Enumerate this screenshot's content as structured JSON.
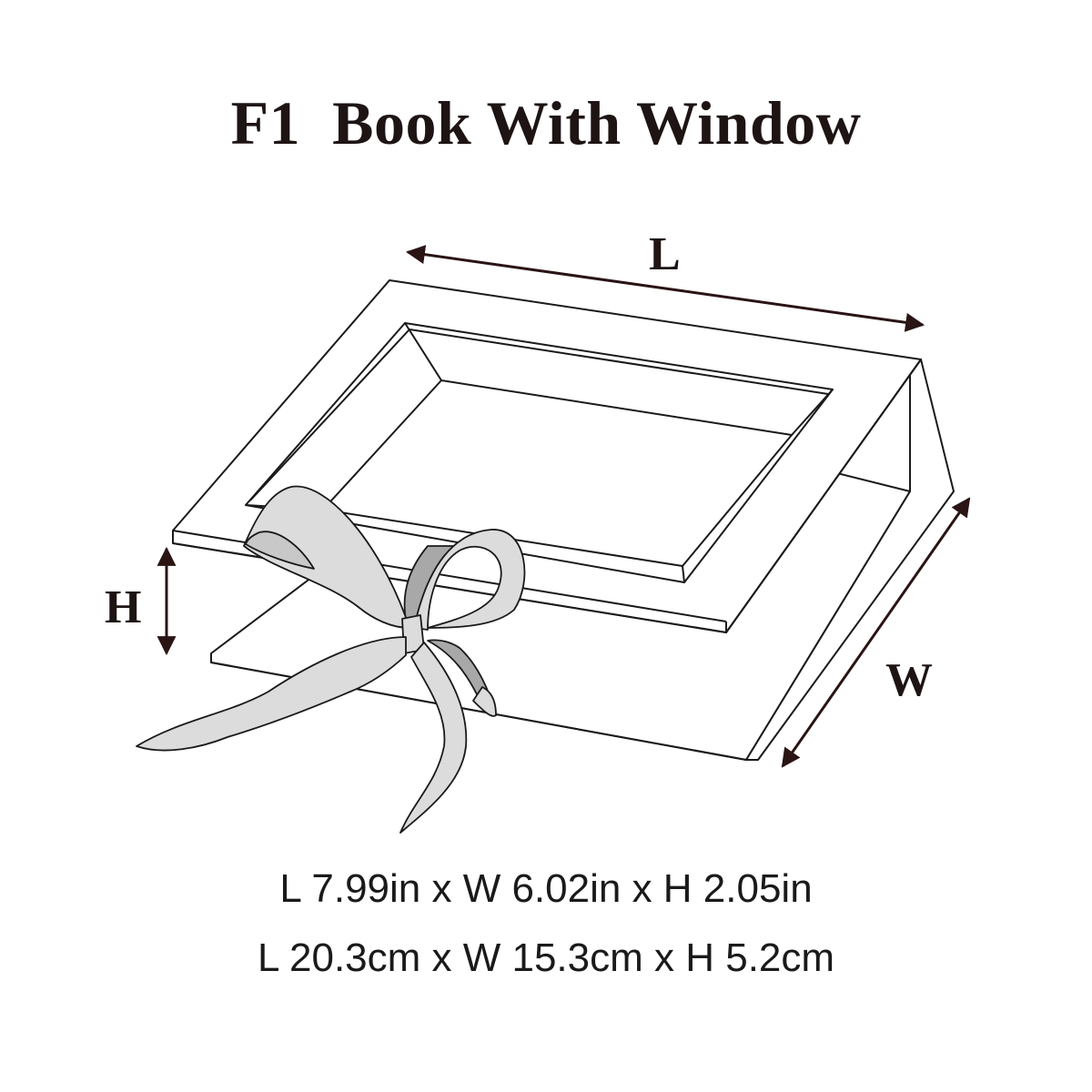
{
  "title": "F1  Book With Window",
  "labels": {
    "length": "L",
    "width": "W",
    "height": "H"
  },
  "dimensions": {
    "inches": "L 7.99in x W 6.02in x H 2.05in",
    "centimeters": "L 20.3cm x W 15.3cm x H 5.2cm"
  },
  "colors": {
    "line": "#1a1a1a",
    "arrow": "#2a1414",
    "ribbon_fill": "#dcdcdc",
    "ribbon_shadow": "#a8a8a8"
  }
}
